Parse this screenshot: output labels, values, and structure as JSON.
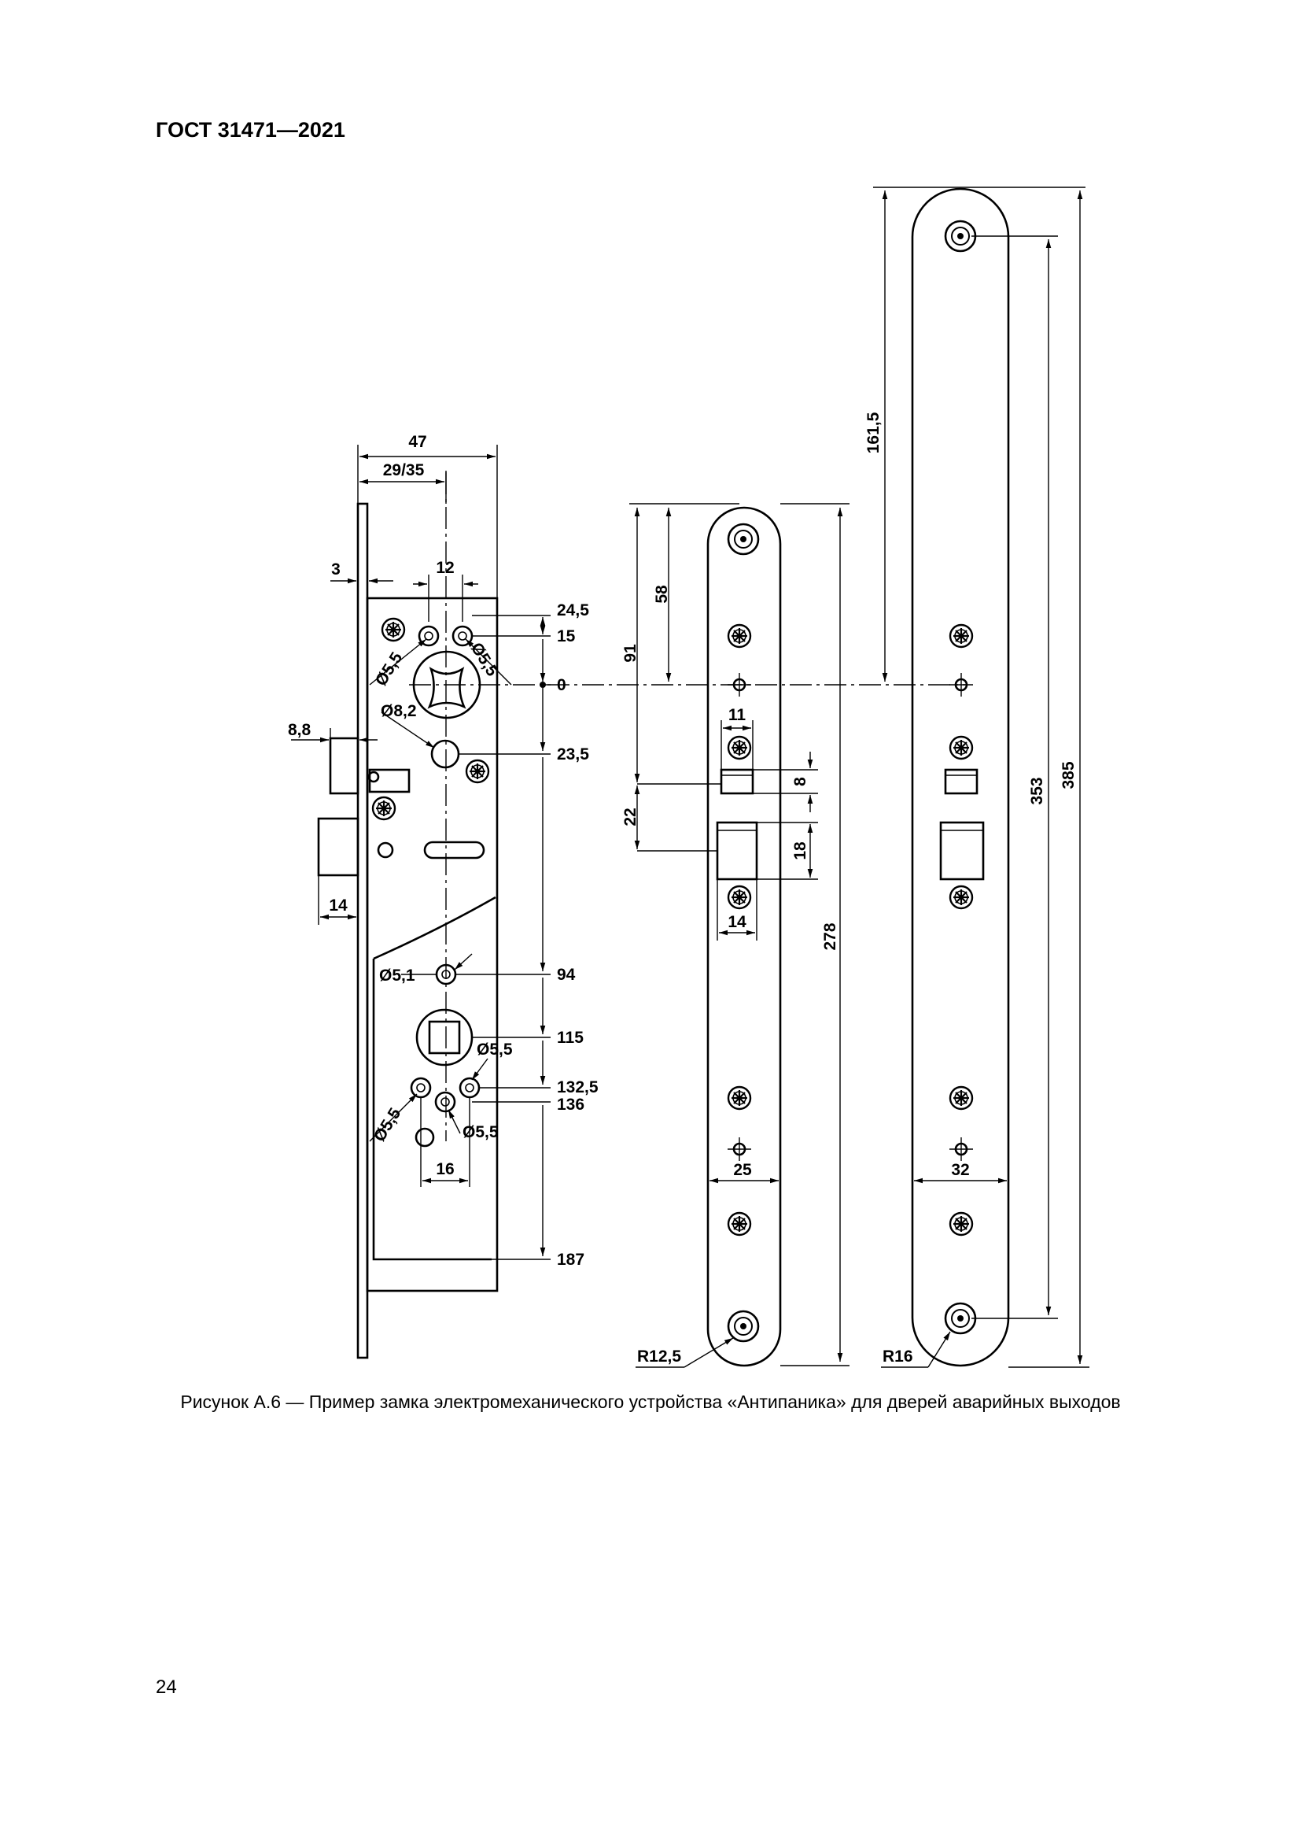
{
  "header": {
    "standard_code": "ГОСТ 31471—2021"
  },
  "figure": {
    "caption": "Рисунок А.6 — Пример замка электромеханического устройства «Антипаника» для дверей аварийных выходов",
    "lock_body_dimensions": {
      "width": "47",
      "backset": "29/35",
      "faceplate_thickness": "3",
      "hole_spacing_top": "12",
      "dim_24_5": "24,5",
      "dim_15": "15",
      "dim_0": "0",
      "dim_23_5": "23,5",
      "dim_94": "94",
      "dim_115": "115",
      "dim_132_5": "132,5",
      "dim_136": "136",
      "dim_187": "187",
      "latch_offset": "8,8",
      "bolt_width": "14",
      "hole_spacing_bottom": "16",
      "dia_top_left": "Ø5,5",
      "dia_top_right": "Ø5,5",
      "dia_cylinder": "Ø8,2",
      "dia_middle": "Ø5,1",
      "dia_bottom_right": "Ø5,5",
      "dia_bottom_left": "Ø5,5",
      "dia_bottom_center": "Ø5,5"
    },
    "faceplate_dimensions": {
      "dim_91": "91",
      "dim_58": "58",
      "latch_width": "11",
      "latch_height": "8",
      "dim_22": "22",
      "bolt_height": "18",
      "bolt_width": "14",
      "length": "278",
      "width": "25",
      "radius": "R12,5"
    },
    "strike_plate_dimensions": {
      "dim_161_5": "161,5",
      "hole_spacing": "353",
      "length": "385",
      "width": "32",
      "radius": "R16"
    }
  },
  "page": {
    "number": "24"
  }
}
